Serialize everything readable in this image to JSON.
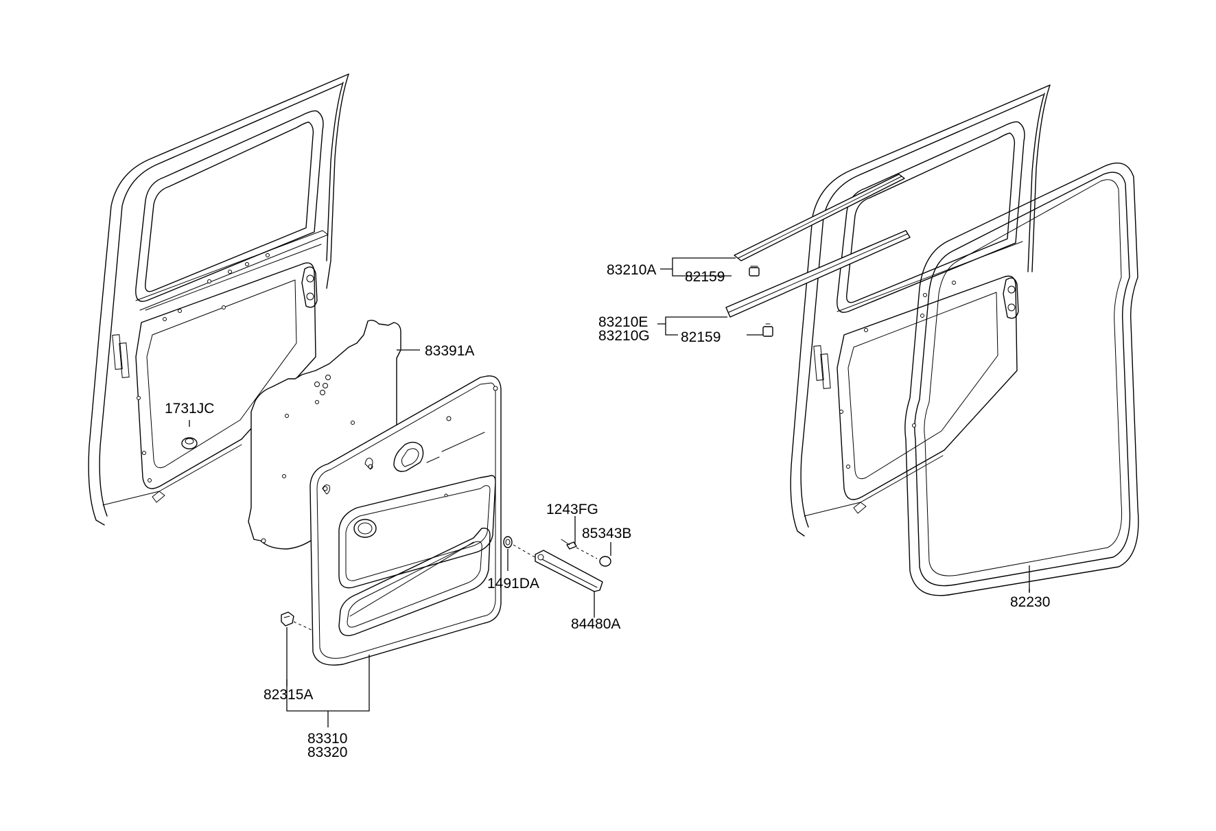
{
  "labels": {
    "p83391A": "83391A",
    "p1731JC": "1731JC",
    "p1243FG": "1243FG",
    "p85343B": "85343B",
    "p1491DA": "1491DA",
    "p84480A": "84480A",
    "p82315A": "82315A",
    "p83310": "83310",
    "p83320": "83320",
    "p83210A": "83210A",
    "p82159_upper": "82159",
    "p83210E": "83210E",
    "p83210G": "83210G",
    "p82159_lower": "82159",
    "p82230": "82230"
  }
}
